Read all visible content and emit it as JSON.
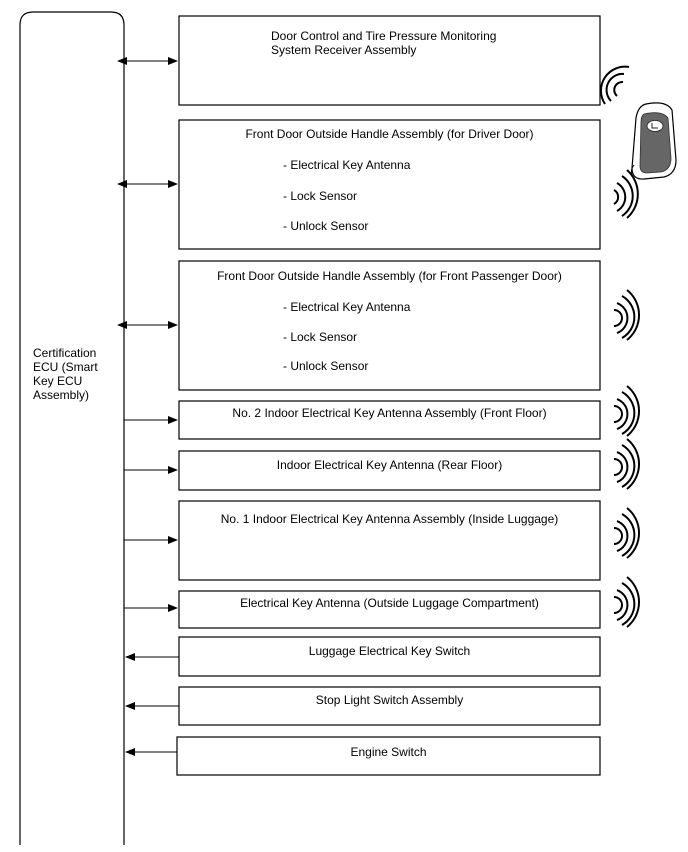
{
  "ecu": {
    "lines": [
      "Certification",
      "ECU (Smart",
      "Key ECU",
      "Assembly)"
    ]
  },
  "components": {
    "door_control": {
      "lines": [
        "Door Control and Tire Pressure Monitoring",
        "System Receiver Assembly"
      ]
    },
    "driver_handle": {
      "title": "Front Door Outside Handle Assembly (for Driver Door)",
      "items": [
        "- Electrical Key Antenna",
        "- Lock Sensor",
        "- Unlock Sensor"
      ]
    },
    "passenger_handle": {
      "title": "Front Door Outside Handle Assembly (for Front Passenger Door)",
      "items": [
        "- Electrical Key Antenna",
        "- Lock Sensor",
        "- Unlock Sensor"
      ]
    },
    "front_floor": {
      "title": "No. 2 Indoor Electrical Key Antenna Assembly (Front Floor)"
    },
    "rear_floor": {
      "title": "Indoor Electrical Key Antenna (Rear Floor)"
    },
    "inside_luggage": {
      "title": "No. 1 Indoor Electrical Key Antenna Assembly (Inside Luggage)"
    },
    "outside_luggage": {
      "title": "Electrical Key Antenna (Outside Luggage Compartment)"
    },
    "luggage_switch": {
      "title": "Luggage Electrical Key Switch"
    },
    "stop_light": {
      "title": "Stop Light Switch Assembly"
    },
    "engine_switch": {
      "title": "Engine Switch"
    }
  },
  "icons": {
    "key_fob": "lexus-key-fob-icon",
    "signal": "radio-wave-icon"
  }
}
